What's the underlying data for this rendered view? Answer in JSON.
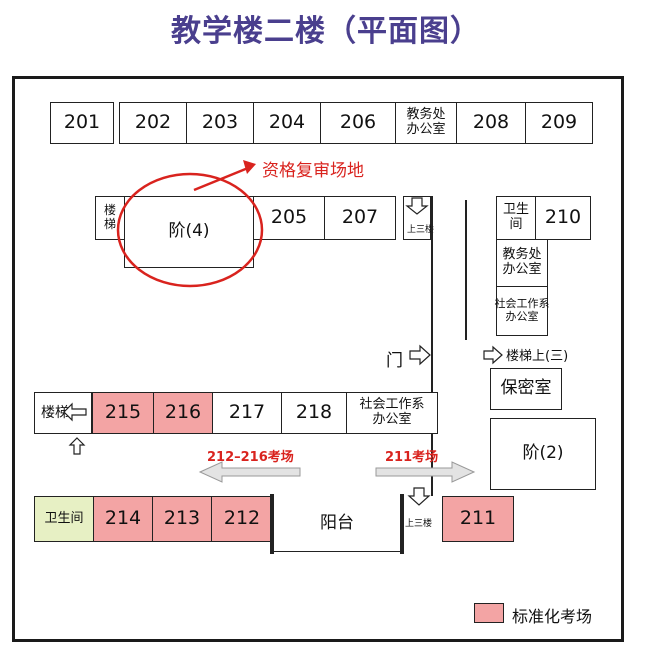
{
  "title": "教学楼二楼（平面图）",
  "top_row": [
    "201",
    "202",
    "203",
    "204",
    "206",
    "教务处\n办公室",
    "208",
    "209"
  ],
  "review_site": "资格复审场地",
  "middle": {
    "stairs": "楼\n梯",
    "hall4": "阶(4)",
    "r205": "205",
    "r207": "207",
    "up3_left": "上三楼"
  },
  "right_col": {
    "wc": "卫生间",
    "r210": "210",
    "academic": "教务处\n办公室",
    "social": "社会工作系\n办公室"
  },
  "door": "门",
  "stairs_up_three": "楼梯上(三)",
  "security": "保密室",
  "hall2": "阶(2)",
  "row3": {
    "stairs": "楼梯",
    "r215": "215",
    "r216": "216",
    "r217": "217",
    "r218": "218",
    "social": "社会工作系\n办公室"
  },
  "exam_labels": {
    "left": "212–216考场",
    "right": "211考场"
  },
  "row4": {
    "wc": "卫生间",
    "r214": "214",
    "r213": "213",
    "r212": "212",
    "balcony": "阳台",
    "up3": "上三楼",
    "r211": "211"
  },
  "legend": "标准化考场",
  "colors": {
    "exam": "#f3a4a4",
    "title": "#4a3f8e",
    "highlight": "#d9231e"
  }
}
